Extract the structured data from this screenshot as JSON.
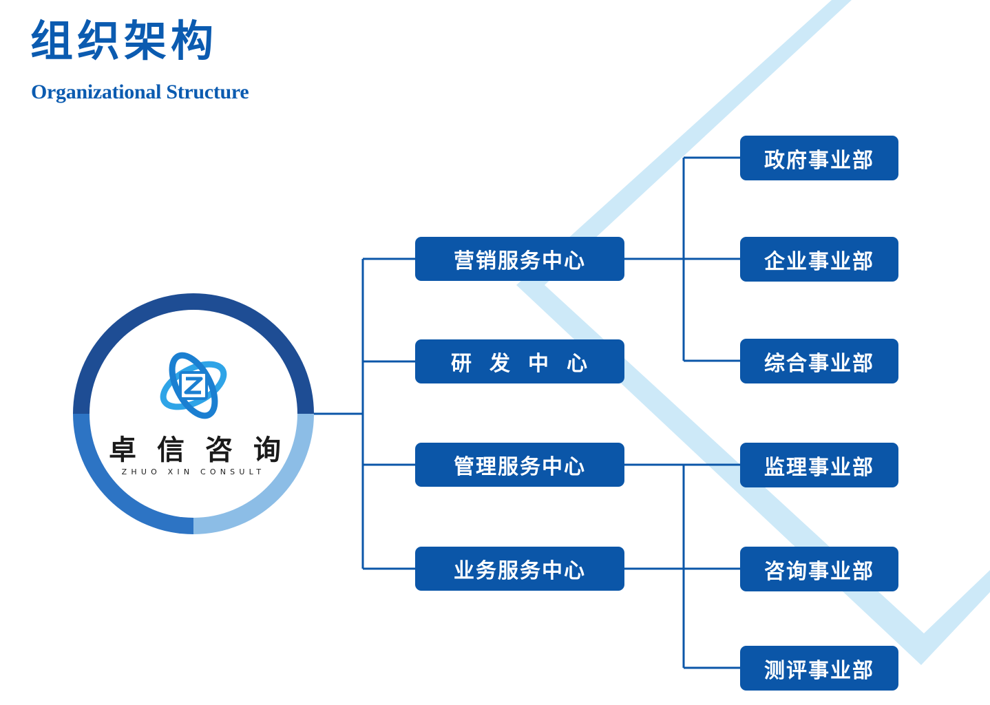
{
  "title": "组织架构",
  "subtitle": "Organizational Structure",
  "colors": {
    "node": "#0b56a8",
    "line": "#0b56a8",
    "title": "#0b5bb0",
    "stripe": "#cde9f8",
    "ring_dark": "#1e4d94",
    "ring_mid": "#2d74c4",
    "ring_light": "#8cbde6",
    "logo_icon": "#2fa4e7"
  },
  "logo": {
    "name": [
      "卓",
      "信",
      "咨",
      "询"
    ],
    "tagline": "ZHUO XIN CONSULT",
    "icon": "zx-swirl-icon"
  },
  "centers": [
    {
      "label": "营销服务中心"
    },
    {
      "label": "研发中心"
    },
    {
      "label": "管理服务中心"
    },
    {
      "label": "业务服务中心"
    }
  ],
  "departments": [
    {
      "label": "政府事业部"
    },
    {
      "label": "企业事业部"
    },
    {
      "label": "综合事业部"
    },
    {
      "label": "监理事业部"
    },
    {
      "label": "咨询事业部"
    },
    {
      "label": "测评事业部"
    }
  ]
}
